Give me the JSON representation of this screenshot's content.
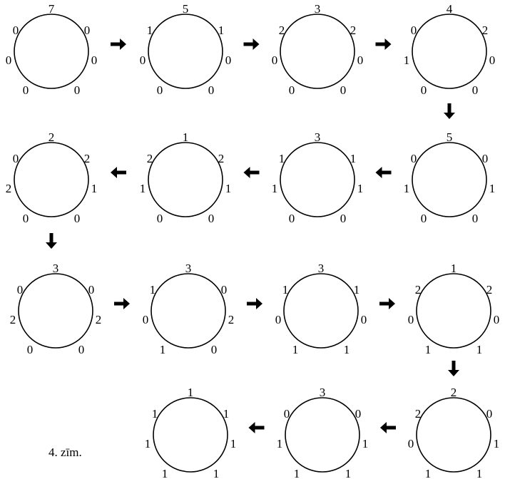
{
  "caption": "4. zīm.",
  "states": [
    [
      "7",
      "0",
      "0",
      "0",
      "0",
      "0",
      "0"
    ],
    [
      "5",
      "1",
      "0",
      "0",
      "0",
      "0",
      "1"
    ],
    [
      "3",
      "2",
      "0",
      "0",
      "0",
      "0",
      "2"
    ],
    [
      "4",
      "2",
      "0",
      "0",
      "0",
      "1",
      "0"
    ],
    [
      "5",
      "0",
      "1",
      "0",
      "0",
      "1",
      "0"
    ],
    [
      "3",
      "1",
      "1",
      "0",
      "0",
      "1",
      "1"
    ],
    [
      "1",
      "2",
      "1",
      "0",
      "0",
      "1",
      "2"
    ],
    [
      "2",
      "2",
      "1",
      "0",
      "0",
      "2",
      "0"
    ],
    [
      "3",
      "0",
      "2",
      "0",
      "0",
      "2",
      "0"
    ],
    [
      "3",
      "0",
      "2",
      "0",
      "1",
      "0",
      "1"
    ],
    [
      "3",
      "1",
      "0",
      "1",
      "1",
      "0",
      "1"
    ],
    [
      "1",
      "2",
      "0",
      "1",
      "1",
      "0",
      "2"
    ],
    [
      "2",
      "0",
      "1",
      "1",
      "1",
      "0",
      "2"
    ],
    [
      "3",
      "0",
      "1",
      "1",
      "1",
      "1",
      "0"
    ],
    [
      "1",
      "1",
      "1",
      "1",
      "1",
      "1",
      "1"
    ]
  ],
  "arrows": [
    "right",
    "right",
    "right",
    "down",
    "left",
    "left",
    "left",
    "down",
    "right",
    "right",
    "right",
    "down",
    "left",
    "left"
  ]
}
